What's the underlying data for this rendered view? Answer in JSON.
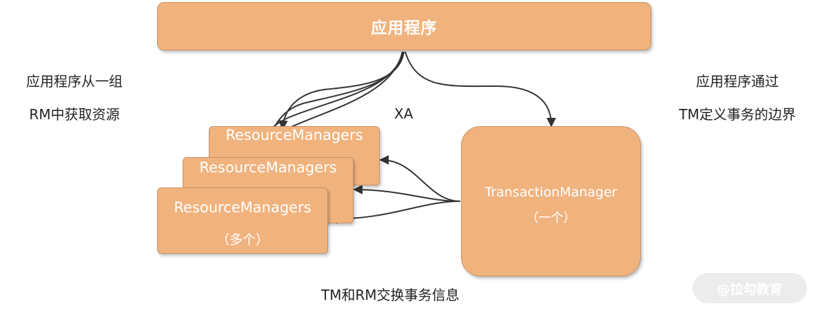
{
  "app": {
    "title": "应用程序"
  },
  "left_note": {
    "line1": "应用程序从一组",
    "line2": "RM中获取资源"
  },
  "right_note": {
    "line1": "应用程序通过",
    "line2": "TM定义事务的边界"
  },
  "xa_label": "XA",
  "resource_managers": {
    "back_label": "ResourceManagers",
    "mid_label": "ResourceManagers",
    "front_label": "ResourceManagers",
    "front_sub": "（多个）"
  },
  "transaction_manager": {
    "label": "TransactionManager",
    "sub": "（一个）"
  },
  "bottom_label": "TM和RM交换事务信息",
  "watermark": "@拉勾教育"
}
